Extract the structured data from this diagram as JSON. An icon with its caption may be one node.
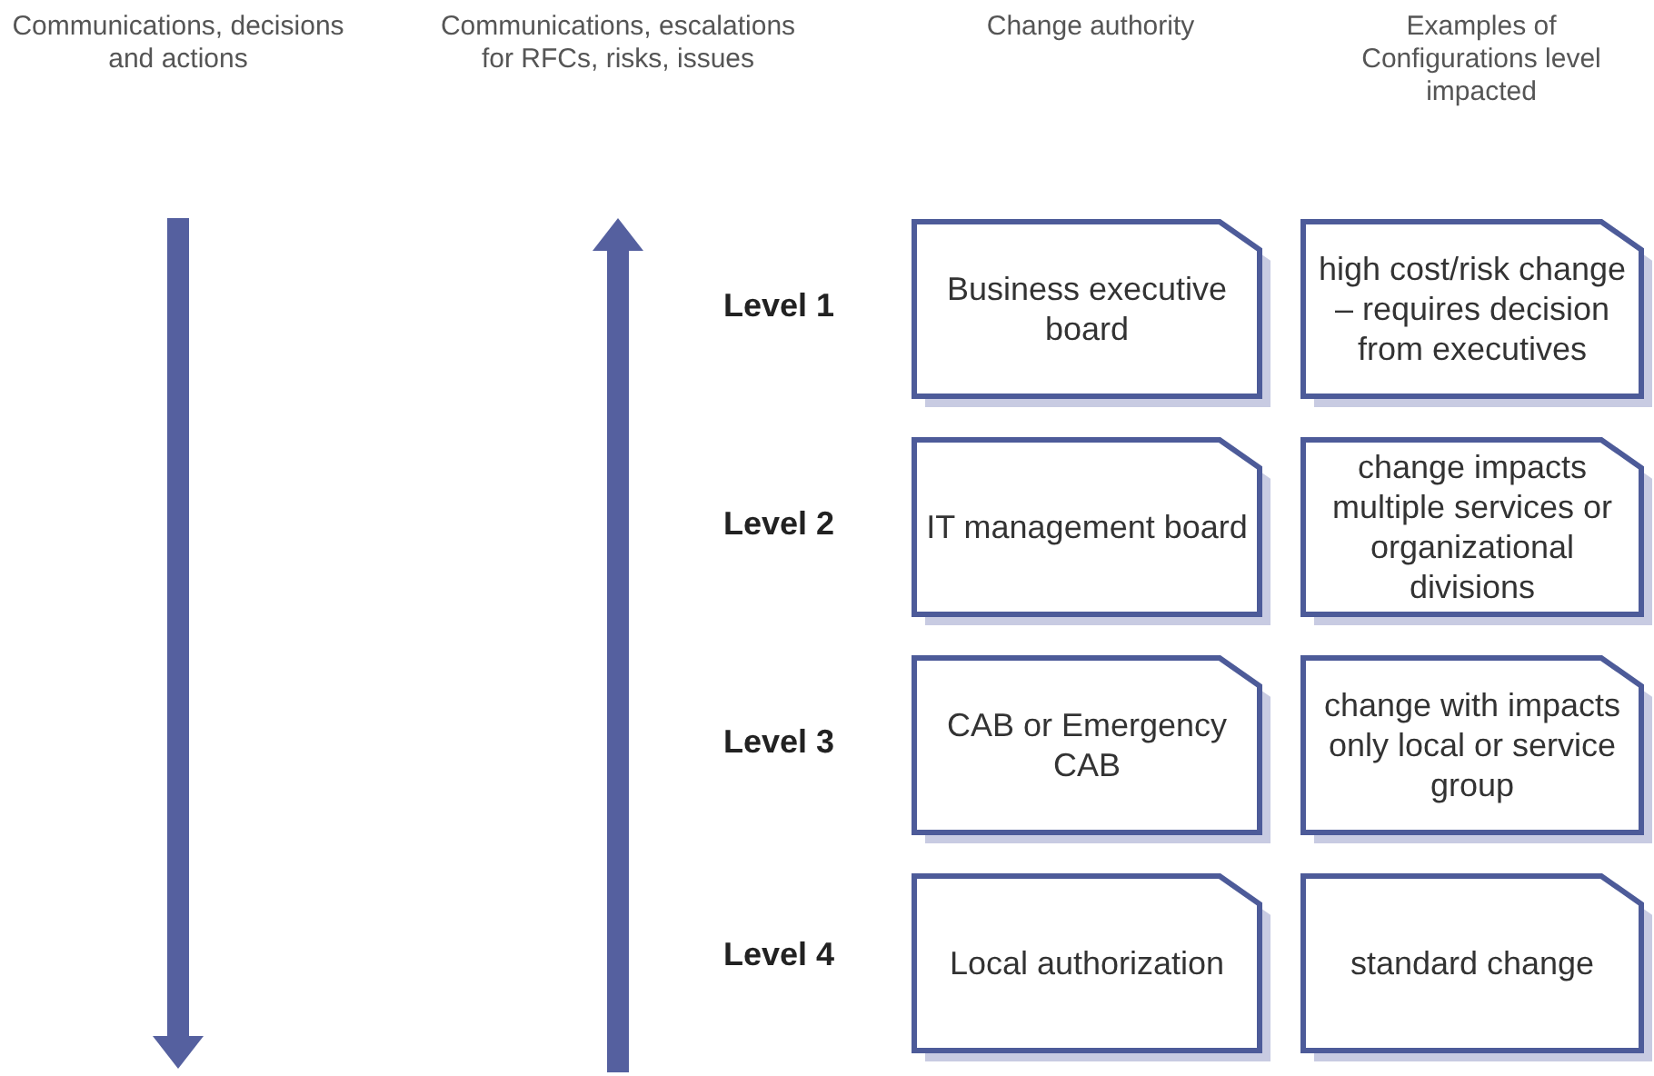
{
  "diagram": {
    "nodes": [
      {
        "text": [
          "Business executive board"
        ]
      },
      {
        "text": [
          "high cost/risk change – requires decision from executives"
        ]
      },
      {
        "text": [
          "IT management board"
        ]
      },
      {
        "text": [
          "change impacts multiple services or organizational divisions"
        ]
      },
      {
        "text": [
          "CAB or Emergency CAB"
        ]
      },
      {
        "text": [
          "change with impacts only local or service group"
        ]
      },
      {
        "text": [
          "Local authorization"
        ]
      },
      {
        "text": [
          "standard change"
        ]
      }
    ],
    "edges": [],
    "labels": [
      "Communications, decisions and actions",
      "Communications, escalations for RFCs, risks, issues",
      "Change authority",
      "Examples of Configurations level impacted",
      "Level 1",
      "Level 2",
      "Level 3",
      "Level 4"
    ]
  }
}
